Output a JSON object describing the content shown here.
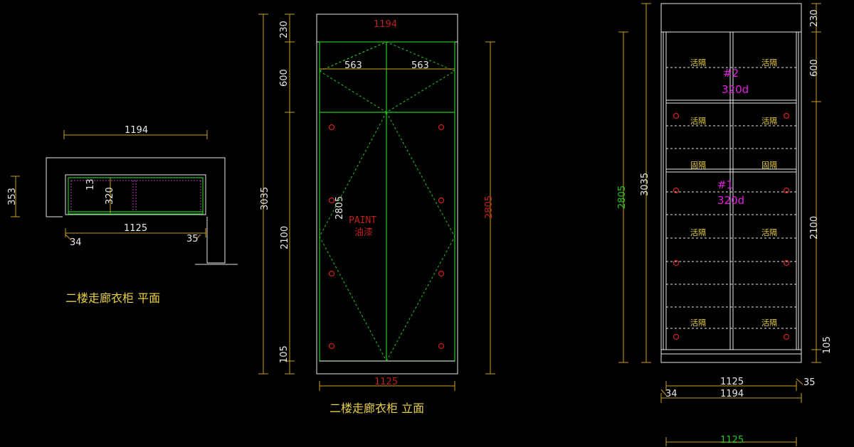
{
  "plan": {
    "caption": "二楼走廊衣柜 平面",
    "dim_width": "1194",
    "dim_depth": "353",
    "dim_inner": "320",
    "dim_13": "13",
    "dim_inner_width": "1125",
    "dim_left": "34",
    "dim_right": "35"
  },
  "front": {
    "caption": "二楼走廊衣柜 立面",
    "dim_top_width": "1194",
    "dim_half_left": "563",
    "dim_half_right": "563",
    "dim_bottom_width": "1125",
    "dim_total_height": "3035",
    "dim_230": "230",
    "dim_600": "600",
    "dim_2100": "2100",
    "dim_105": "105",
    "dim_2805_inner": "2805",
    "dim_2805_outer": "2805",
    "paint_en": "PAINT",
    "paint_cn": "油漆"
  },
  "interior": {
    "dim_2805": "2805",
    "dim_3035": "3035",
    "dim_230": "230",
    "dim_600": "600",
    "dim_2100": "2100",
    "dim_105": "105",
    "dim_1125": "1125",
    "dim_35": "35",
    "dim_34": "34",
    "dim_1194": "1194",
    "dim_bottom_1125": "1125",
    "tag_2_id": "#2",
    "tag_2_depth": "320d",
    "tag_1_id": "#1",
    "tag_1_depth": "320d",
    "shelf_movable": "活隔",
    "shelf_fixed": "固隔"
  },
  "colors": {
    "background": "#000000",
    "outline": "#e8e8e8",
    "door_green": "#23c823",
    "dimension_gold": "#c8a020",
    "red": "#c02020",
    "magenta": "#e020e0",
    "caption_yellow": "#e8d040"
  }
}
